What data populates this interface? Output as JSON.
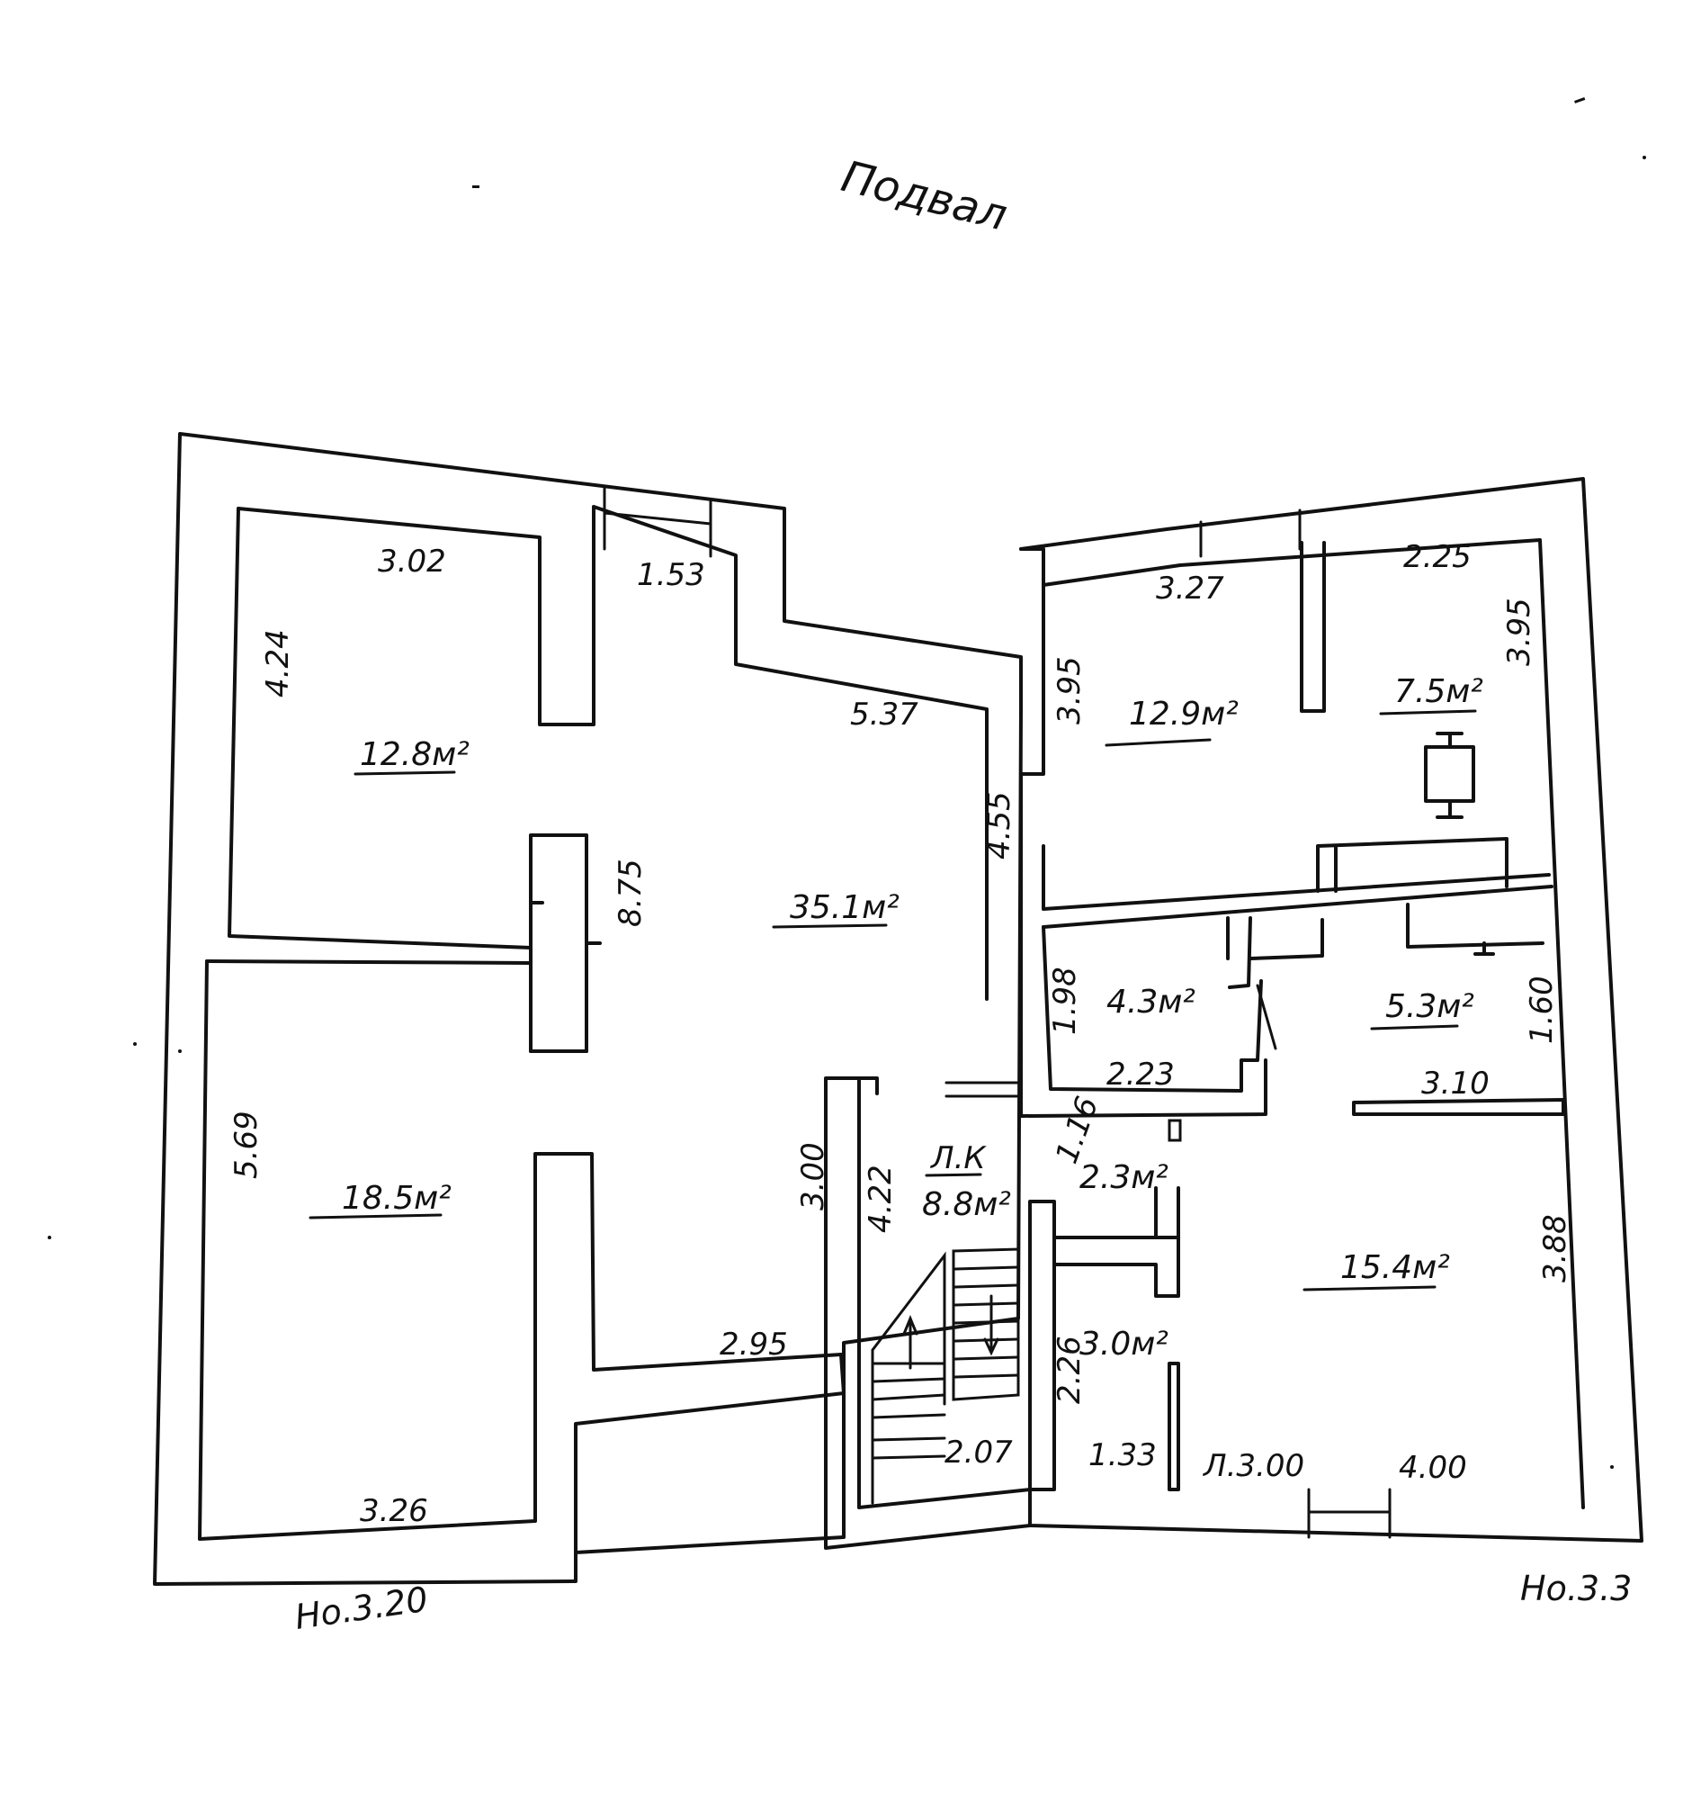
{
  "title": "Подвал",
  "marks": {
    "left": "Но.3.20",
    "right": "Но.3.3"
  },
  "rooms": {
    "r1": {
      "area": "12.8м²",
      "dims": [
        "3.02",
        "4.24"
      ]
    },
    "r2": {
      "area": "18.5м²",
      "dims": [
        "5.69",
        "3.26"
      ]
    },
    "hall": {
      "area": "35.1м²",
      "dims": [
        "1.53",
        "5.37",
        "8.75",
        "4.55",
        "2.95"
      ]
    },
    "r4": {
      "area": "12.9м²",
      "dims": [
        "3.27",
        "3.95"
      ]
    },
    "r5": {
      "area": "7.5м²",
      "dims": [
        "2.25",
        "3.95"
      ]
    },
    "r6": {
      "area": "4.3м²",
      "dims": [
        "1.98",
        "2.23"
      ]
    },
    "r7": {
      "area": "5.3м²",
      "dims": [
        "1.60",
        "3.10"
      ]
    },
    "stair": {
      "label": "Л.К",
      "area": "8.8м²",
      "dims": [
        "3.00",
        "4.22",
        "2.07"
      ]
    },
    "r9": {
      "area": "2.3м²",
      "dims": [
        "1.16"
      ]
    },
    "r10": {
      "area": "3.0м²",
      "dims": [
        "2.26",
        "1.33"
      ]
    },
    "r11": {
      "area": "15.4м²",
      "dims": [
        "3.88",
        "Л.3.00",
        "4.00"
      ]
    }
  }
}
